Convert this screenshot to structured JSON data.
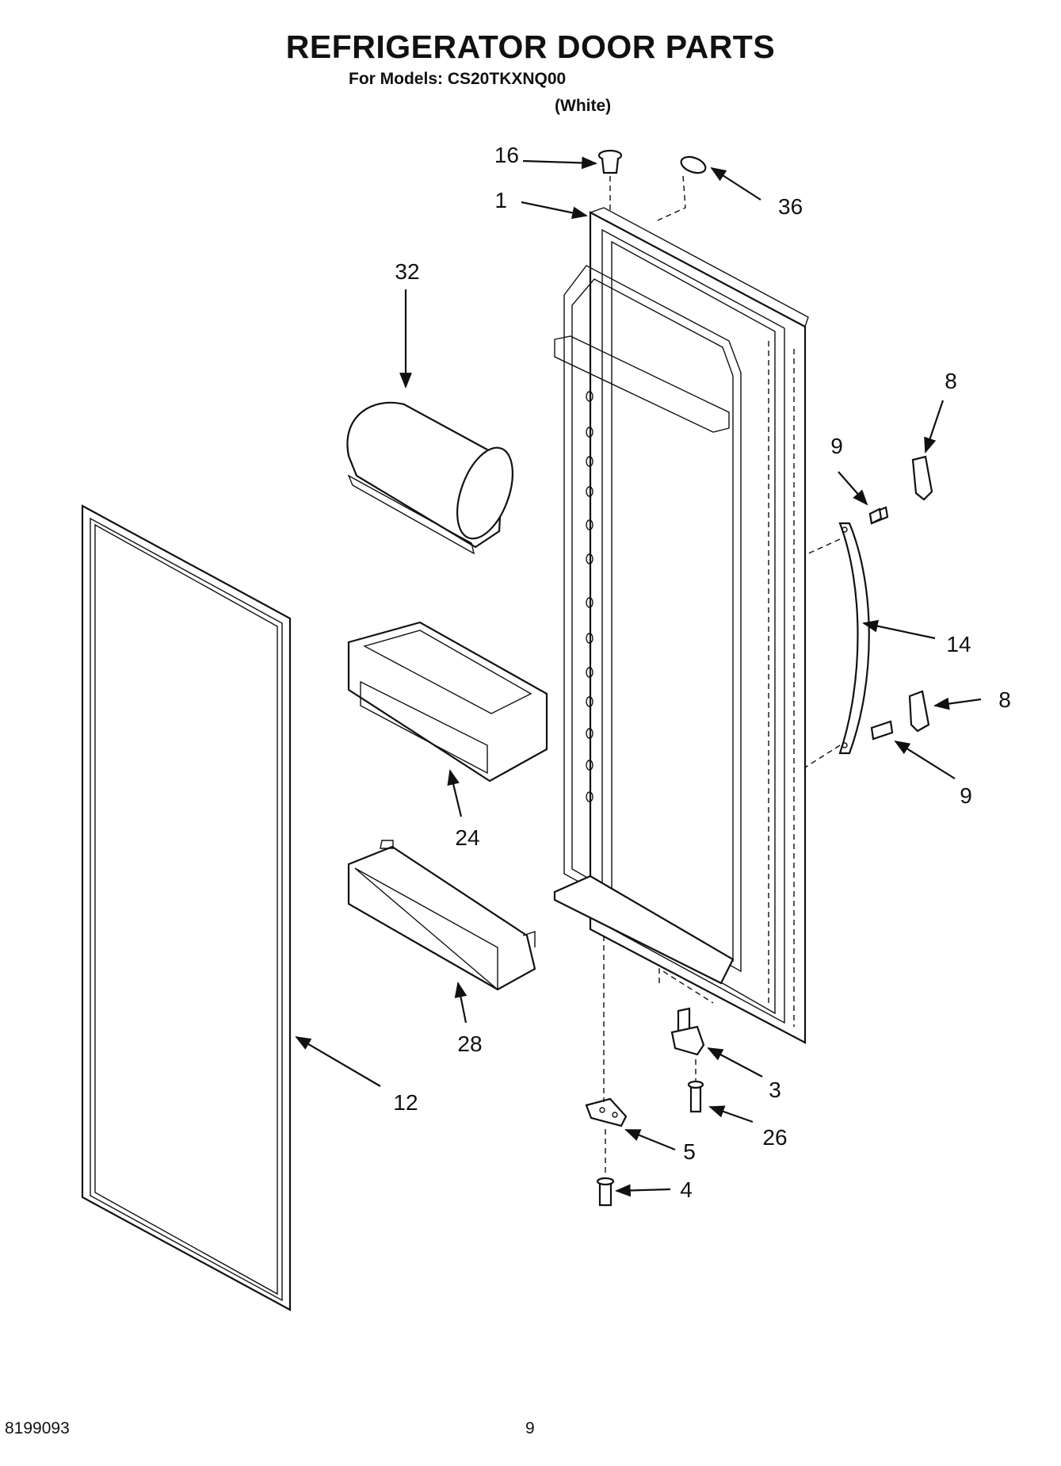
{
  "header": {
    "title": "REFRIGERATOR DOOR PARTS",
    "models_line": "For Models: CS20TKXNQ00",
    "color_line": "(White)"
  },
  "footer": {
    "doc_number": "8199093",
    "page_number": "9"
  },
  "callouts": {
    "c1": "1",
    "c16": "16",
    "c36": "36",
    "c32": "32",
    "c8a": "8",
    "c9a": "9",
    "c14": "14",
    "c8b": "8",
    "c9b": "9",
    "c24": "24",
    "c28": "28",
    "c12": "12",
    "c3": "3",
    "c26": "26",
    "c5": "5",
    "c4": "4"
  }
}
